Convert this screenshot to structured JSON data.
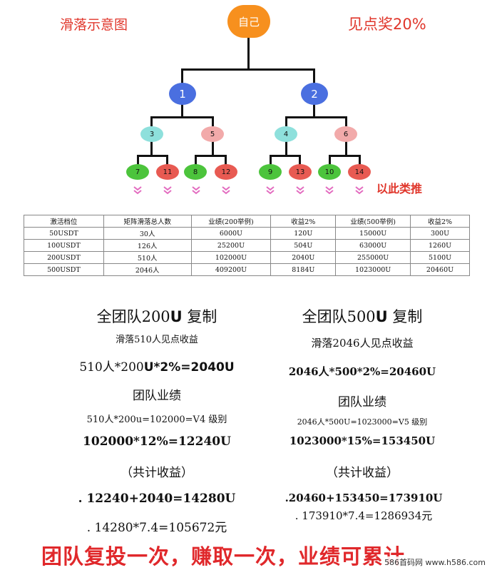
{
  "header": {
    "left_title": "滑落示意图",
    "right_title": "见点奖20%"
  },
  "tree": {
    "root": "自己",
    "level1": [
      "1",
      "2"
    ],
    "level2": [
      "3",
      "5",
      "4",
      "6"
    ],
    "level3": [
      "7",
      "11",
      "8",
      "12",
      "9",
      "13",
      "10",
      "14"
    ],
    "more_label": "以此类推"
  },
  "table": {
    "headers": [
      "激活档位",
      "矩阵滑落总人数",
      "业绩(200举例)",
      "收益2%",
      "业绩(500举例)",
      "收益2%"
    ],
    "rows": [
      [
        "50USDT",
        "30人",
        "6000U",
        "120U",
        "15000U",
        "300U"
      ],
      [
        "100USDT",
        "126人",
        "25200U",
        "504U",
        "63000U",
        "1260U"
      ],
      [
        "200USDT",
        "510人",
        "102000U",
        "2040U",
        "255000U",
        "5100U"
      ],
      [
        "500USDT",
        "2046人",
        "409200U",
        "8184U",
        "1023000U",
        "20460U"
      ]
    ]
  },
  "left_col": {
    "title_a": "全团队200",
    "title_b": "U",
    "title_c": " 复制",
    "sub": "滑落510人见点收益",
    "calc_a": "510人*200",
    "calc_b": "U*2%=2040U",
    "team_label": "团队业绩",
    "team_calc": "510人*200u=102000=V4 级别",
    "pct_calc": "102000*12%=12240U",
    "total_label": "（共计收益）",
    "sum": ". 12240+2040=14280U",
    "rmb": ". 14280*7.4=105672元"
  },
  "right_col": {
    "title_a": "全团队500",
    "title_b": "U",
    "title_c": " 复制",
    "sub": "滑落2046人见点收益",
    "calc": "2046人*500*2%=20460U",
    "team_label": "团队业绩",
    "team_calc": "2046人*500U=1023000=V5   级别",
    "pct_calc": "1023000*15%=153450U",
    "total_label": "（共计收益）",
    "sum": ".20460+153450=173910U",
    "rmb": ". 173910*7.4=1286934元"
  },
  "footer": {
    "slogan": "团队复投一次，赚取一次，业绩可累计",
    "watermark": "586首码网 www.h586.com"
  },
  "colors": {
    "accent_red": "#e0362b",
    "root": "#f7901e",
    "level1": "#4a6fe0",
    "teal": "#8ee0dc",
    "pink": "#f2aaaa",
    "green": "#4cc43c",
    "red": "#e85a52",
    "chevron": "#e36bbf"
  }
}
